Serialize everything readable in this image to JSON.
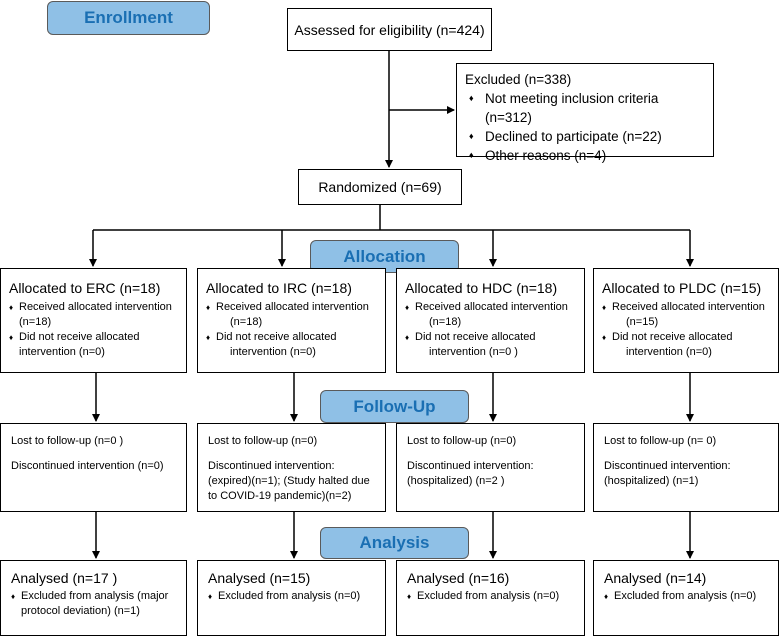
{
  "phases": {
    "enrollment": "Enrollment",
    "allocation": "Allocation",
    "followup": "Follow-Up",
    "analysis": "Analysis"
  },
  "assessed": "Assessed for eligibility (n=424)",
  "excluded": {
    "title": "Excluded  (n=338)",
    "items": [
      "Not meeting inclusion criteria (n=312)",
      "Declined to participate (n=22)",
      "Other reasons (n=4)"
    ]
  },
  "randomized": "Randomized (n=69)",
  "arms": [
    {
      "allocated": "Allocated to ERC (n=18)",
      "received": "Received allocated intervention",
      "received_n": "(n=18)",
      "not_received": "Did not receive allocated",
      "not_received_n": "intervention (n=0)",
      "lost": "Lost to follow-up  (n=0 )",
      "discontinued": [
        "Discontinued intervention (n=0)"
      ],
      "analysed": "Analysed  (n=17 )",
      "excluded_analysis": [
        "Excluded from analysis (major",
        "protocol deviation) (n=1)"
      ]
    },
    {
      "allocated": "Allocated to IRC (n=18)",
      "received": "Received allocated intervention",
      "received_n": "(n=18)",
      "not_received": "Did not receive allocated",
      "not_received_n": "intervention  (n=0)",
      "lost": "Lost to follow-up  (n=0)",
      "discontinued": [
        "Discontinued intervention:",
        "(expired)(n=1); (Study halted due",
        "to COVID-19 pandemic)(n=2)"
      ],
      "analysed": "Analysed  (n=15)",
      "excluded_analysis": [
        "Excluded from analysis (n=0)"
      ]
    },
    {
      "allocated": "Allocated to HDC (n=18)",
      "received": "Received allocated intervention",
      "received_n": "(n=18)",
      "not_received": "Did not receive allocated",
      "not_received_n": "intervention (n=0 )",
      "lost": "Lost to follow-up  (n=0)",
      "discontinued": [
        "Discontinued intervention:",
        "(hospitalized) (n=2 )"
      ],
      "analysed": "Analysed  (n=16)",
      "excluded_analysis": [
        "Excluded from analysis (n=0)"
      ]
    },
    {
      "allocated": "Allocated to PLDC (n=15)",
      "received": "Received allocated intervention",
      "received_n": "(n=15)",
      "not_received": "Did not receive allocated",
      "not_received_n": "intervention  (n=0)",
      "lost": "Lost to follow-up  (n= 0)",
      "discontinued": [
        "Discontinued intervention:",
        "(hospitalized) (n=1)"
      ],
      "analysed": "Analysed  (n=14)",
      "excluded_analysis": [
        "Excluded from analysis (n=0)"
      ]
    }
  ]
}
